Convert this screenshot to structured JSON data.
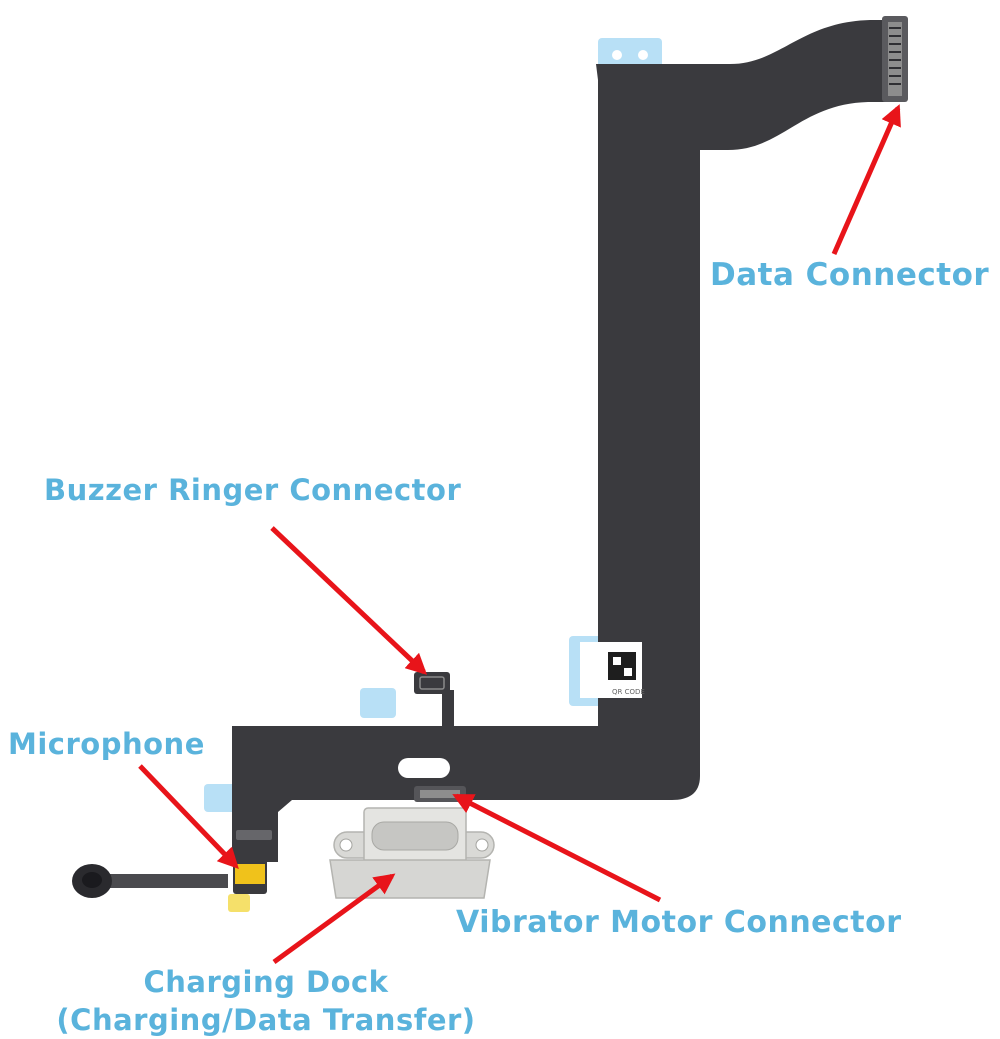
{
  "labels": {
    "data_connector": "Data Connector",
    "buzzer_ringer_connector": "Buzzer Ringer Connector",
    "microphone": "Microphone",
    "vibrator_motor_connector": "Vibrator Motor Connector",
    "charging_dock": "Charging Dock",
    "charging_dock_detail": "(Charging/Data Transfer)"
  },
  "qr_sticker_text": "QR CODE",
  "colors": {
    "label_text": "#5ab3dc",
    "arrow": "#e8141a",
    "flex_cable": "#3a3a3e",
    "stiffener_tab": "#b8e0f6",
    "charging_port": "#d9d9d6",
    "mic_element": "#f0c21b"
  }
}
